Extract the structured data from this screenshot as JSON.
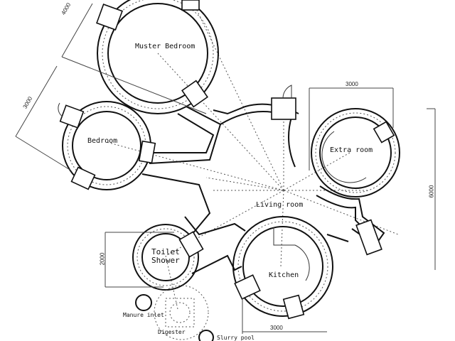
{
  "rooms": {
    "master_bedroom": "Muster Bedroom",
    "bedroom": "Bedroom",
    "extra_room": "Extra room",
    "living_room": "Living room",
    "toilet_line1": "Toilet",
    "toilet_line2": "Shower",
    "kitchen": "Kitchen"
  },
  "outside": {
    "manure_inlet": "Manure inlet",
    "digester": "Digester",
    "slurry_pool": "Slurry pool"
  },
  "dimensions": {
    "master_bedroom": "4000",
    "bedroom": "3000",
    "extra_room_width": "3000",
    "overall_height": "6000",
    "toilet": "2000",
    "kitchen_width": "3000"
  }
}
